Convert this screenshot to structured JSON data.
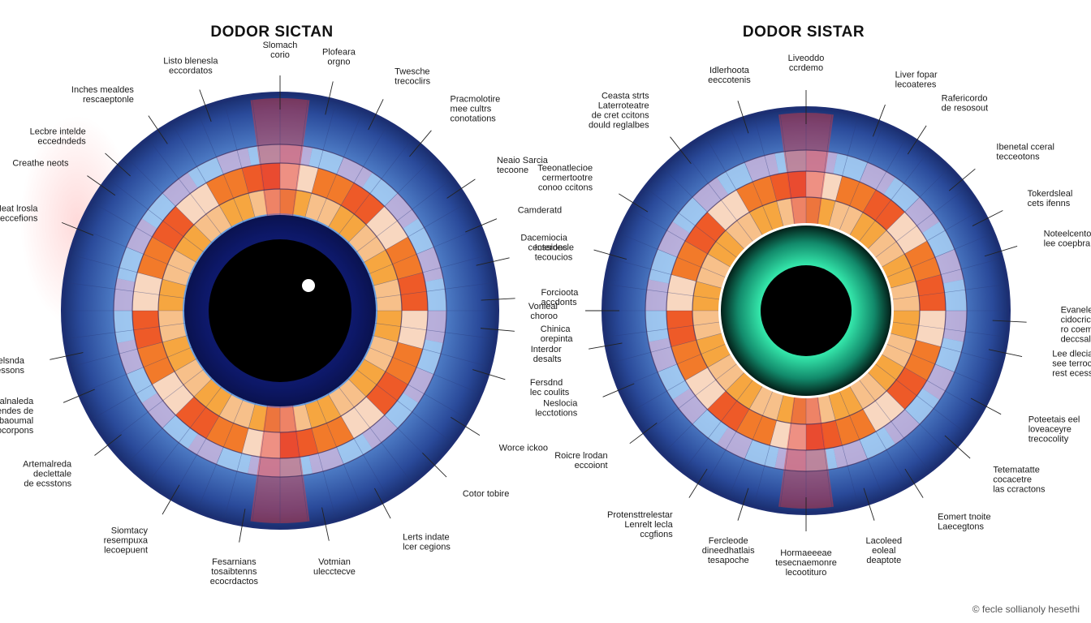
{
  "charts": [
    {
      "title": "DODOR SICTAN",
      "labels": [
        {
          "text": "Slomach|corio",
          "angle": 270
        },
        {
          "text": "Plofeara|orgno",
          "angle": 283
        },
        {
          "text": "Twesche|trecoclirs",
          "angle": 296
        },
        {
          "text": "Pracmolotire|mee cultrs|conotations",
          "angle": 310
        },
        {
          "text": "Neaio Sarcia|tecoone",
          "angle": 326
        },
        {
          "text": "Camderatd",
          "angle": 337
        },
        {
          "text": "Interdecle|tecoucios",
          "angle": 347
        },
        {
          "text": "Forcioota|accdonts",
          "angle": 357
        },
        {
          "text": "Chinica|orepinta",
          "angle": 5
        },
        {
          "text": "Fersdnd|lec coulits",
          "angle": 17
        },
        {
          "text": "Worce ickoo",
          "angle": 32
        },
        {
          "text": "Cotor tobire",
          "angle": 45
        },
        {
          "text": "Lerts indate|lcer cegions",
          "angle": 62
        },
        {
          "text": "Votmian|ulecctecve",
          "angle": 78
        },
        {
          "text": "Fesarnians|tosaibtenns|ecocrdactos",
          "angle": 100
        },
        {
          "text": "Siomtacy|resempuxa|lecoepuent",
          "angle": 120
        },
        {
          "text": "Artemalreda|declettale|de ecsstons",
          "angle": 142
        },
        {
          "text": "Nalnaleda|comendes de|aurocbaoumal|locorpons",
          "angle": 157
        },
        {
          "text": "Uecelsnda|cecessons",
          "angle": 168
        },
        {
          "text": "Heat lrosla|Leccefions",
          "angle": 202
        },
        {
          "text": "Creathe neots",
          "angle": 215
        },
        {
          "text": "Lecbre intelde|eccedndeds",
          "angle": 222
        },
        {
          "text": "Inches mealdes|rescaeptonle",
          "angle": 236
        },
        {
          "text": "Listo blenesla|eccordatos",
          "angle": 250
        }
      ]
    },
    {
      "title": "DODOR SISTAR",
      "labels": [
        {
          "text": "Liveoddo|ccrdemo",
          "angle": 270
        },
        {
          "text": "Liver fopar|lecoateres",
          "angle": 291
        },
        {
          "text": "Rafericordo|de resosout",
          "angle": 303
        },
        {
          "text": "Ibenetal cceral|tecceotons",
          "angle": 320
        },
        {
          "text": "Tokerdsleal|cets ifenns",
          "angle": 333
        },
        {
          "text": "Noteelcentoue|lee coepbra",
          "angle": 343
        },
        {
          "text": "Evaneledde|cidocrics|ro coemm|deccsaltors",
          "angle": 3
        },
        {
          "text": "Lee dlecia|see terrocal|rest ecesstre",
          "angle": 12
        },
        {
          "text": "Poteetais eel|loveaceyre|trecocolity",
          "angle": 28
        },
        {
          "text": "Tetematatte|cocacetre|las ccractons",
          "angle": 42
        },
        {
          "text": "Eomert tnoite|Laecegtons",
          "angle": 58
        },
        {
          "text": "Lacoleed|eoleal|deaptote",
          "angle": 72
        },
        {
          "text": "Hormaeeeae|tesecnaemonre|lecootituro",
          "angle": 90
        },
        {
          "text": "Fercleode|dineedhatlais|tesapoche",
          "angle": 108
        },
        {
          "text": "Protensttrelestar|Lenrelt lecla|ccgfions",
          "angle": 122
        },
        {
          "text": "Roicre lrodan|eccoiont",
          "angle": 143
        },
        {
          "text": "Neslocia|lecctotions",
          "angle": 157
        },
        {
          "text": "Interdor|desalts",
          "angle": 170
        },
        {
          "text": "Vonieal|choroo",
          "angle": 180
        },
        {
          "text": "Dacemiocia|cecssions",
          "angle": 196
        },
        {
          "text": "Teeonatlecioe|cermertootre|conoo ccitons",
          "angle": 212
        },
        {
          "text": "Ceasta strts|Laterroteatre|de cret ccitons|dould reglalbes",
          "angle": 232
        },
        {
          "text": "Idlerhoota|eeccotenis",
          "angle": 252
        }
      ]
    }
  ],
  "footer": "© fecle sollianoly hesethi",
  "colors": {
    "outer_ring": "#2a4a9a",
    "mid_ring": "#7fb6ea",
    "lavender": "#c9b5dc",
    "orange": "#f27a2a",
    "inner_orange": "#f6a640",
    "pupil_ring_left": "#0f1a6b",
    "pupil_ring_right": "#1fb38a",
    "pupil": "#000000",
    "accent_red": "#e23a3a"
  }
}
